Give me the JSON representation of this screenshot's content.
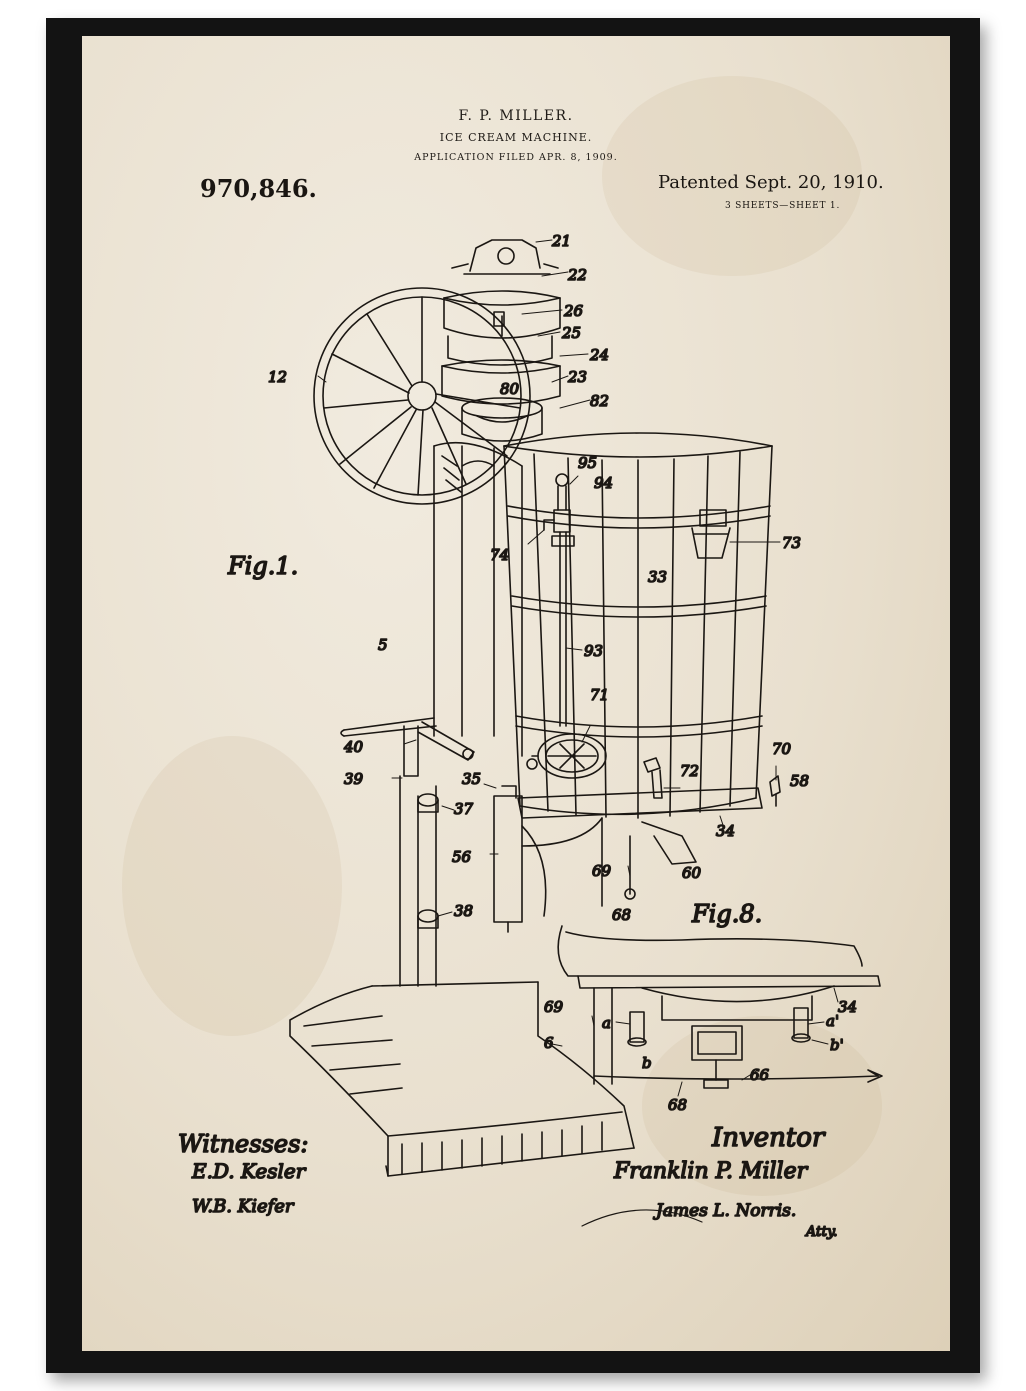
{
  "header": {
    "inventor_name": "F. P. MILLER.",
    "title": "ICE CREAM MACHINE.",
    "filed": "APPLICATION FILED APR. 8, 1909.",
    "patent_number": "970,846.",
    "patented": "Patented Sept. 20, 1910.",
    "sheets": "3 SHEETS—SHEET 1."
  },
  "figures": {
    "fig1": "Fig.1.",
    "fig8": "Fig.8."
  },
  "labels": {
    "l21": "21",
    "l22": "22",
    "l26": "26",
    "l25": "25",
    "l24": "24",
    "l23": "23",
    "l12": "12",
    "l80": "80",
    "l82": "82",
    "l95": "95",
    "l94": "94",
    "l73": "73",
    "l74": "74",
    "l33": "33",
    "l5": "5",
    "l93": "93",
    "l71": "71",
    "l70": "70",
    "l40": "40",
    "l39": "39",
    "l35": "35",
    "l72": "72",
    "l58": "58",
    "l37": "37",
    "l34": "34",
    "l56": "56",
    "l69": "69",
    "l60": "60",
    "l38": "38",
    "l68": "68",
    "l34b": "34",
    "l69b": "69",
    "la": "a",
    "la2": "a'",
    "l6": "6",
    "lb": "b",
    "lb2": "b'",
    "l66": "66",
    "l68b": "68"
  },
  "signatures": {
    "witnesses_label": "Witnesses:",
    "witness1": "E.D. Kesler",
    "witness2": "W.B. Kiefer",
    "inventor_label": "Inventor",
    "inventor": "Franklin P. Miller",
    "attorney": "James L. Norris.",
    "attorney_suffix": "Atty."
  },
  "colors": {
    "frame": "#131313",
    "paper": "#ece4d4",
    "ink": "#1b1713"
  }
}
